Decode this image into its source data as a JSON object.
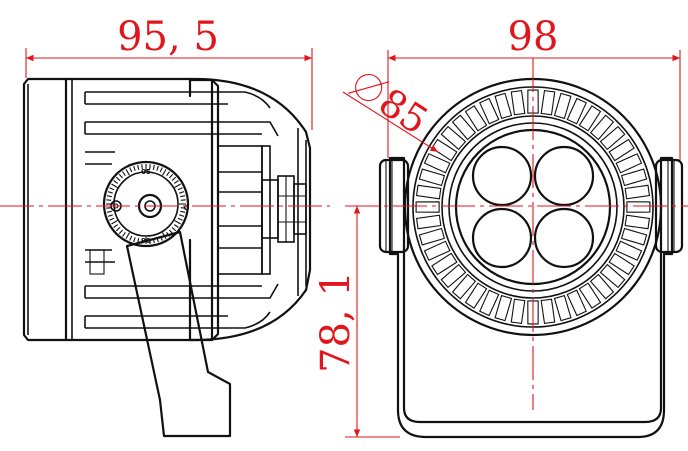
{
  "dimensions": {
    "side_length": "95, 5",
    "front_width": "98",
    "lens_diameter": "85",
    "height": "78, 1"
  },
  "tilt_scale_labels": [
    "05",
    "0",
    "90"
  ],
  "colors": {
    "dimension": "#e0161c",
    "outline": "#111111",
    "background": "#ffffff"
  }
}
